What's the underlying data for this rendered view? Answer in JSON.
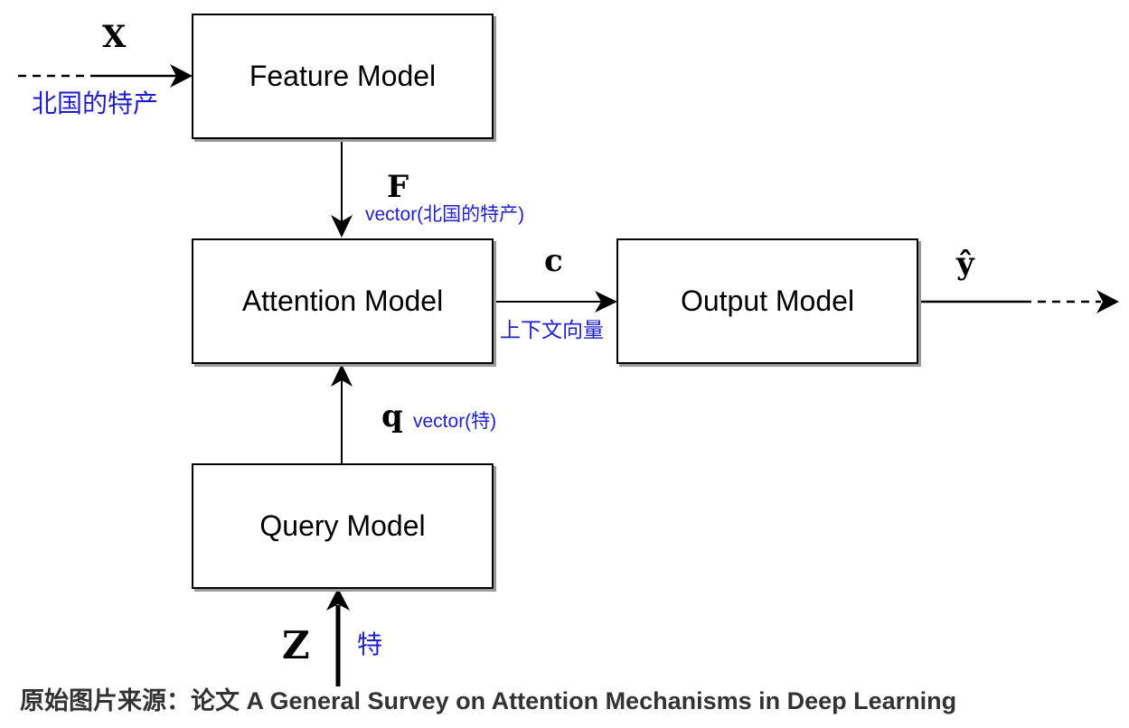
{
  "diagram": {
    "boxes": {
      "feature": "Feature Model",
      "attention": "Attention Model",
      "output": "Output Model",
      "query": "Query Model"
    },
    "symbols": {
      "x": "X",
      "f": "F",
      "c": "c",
      "yhat": "ŷ",
      "q": "q",
      "z": "Z"
    },
    "annotations": {
      "input_cn": "北国的特产",
      "f_vector": "vector(北国的特产)",
      "c_cn": "上下文向量",
      "q_vector": "vector(特)",
      "z_cn": "特"
    },
    "colors": {
      "annotation": "#1f1fcf",
      "box_border": "#000000",
      "shadow": "#9a9a9a"
    }
  },
  "caption": "原始图片来源：论文 A General Survey on Attention Mechanisms in Deep Learning"
}
